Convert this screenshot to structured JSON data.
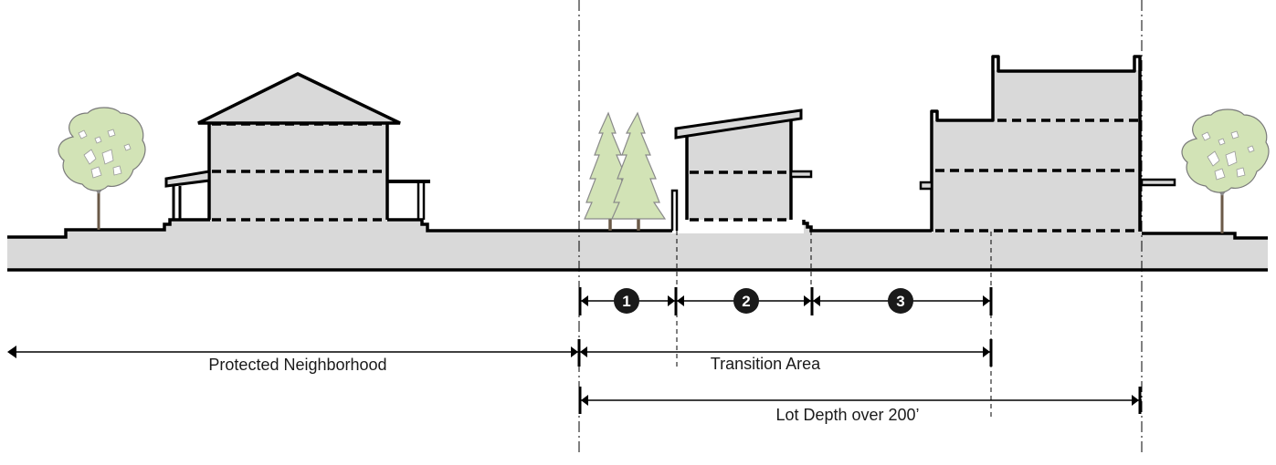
{
  "diagram": {
    "title": "",
    "type": "section-diagram",
    "colors": {
      "ground_fill": "#d9d9d9",
      "building_fill": "#d9d9d9",
      "outline": "#000000",
      "tree_canopy": "#d2e3b6",
      "tree_outline": "#7a7a7a",
      "tree_trunk": "#6b5a48",
      "marker_fill": "#1a1a1a",
      "marker_text": "#ffffff"
    },
    "buildings": [
      {
        "name": "gable-roof-house",
        "stories": 2,
        "roof": "gable",
        "zone": "protected-neighborhood"
      },
      {
        "name": "shed-roof-building",
        "stories": 2,
        "roof": "shed",
        "zone": "transition-area"
      },
      {
        "name": "stepped-multistory-building",
        "stories": 3,
        "roof": "flat-parapet",
        "zone": "lot"
      }
    ],
    "trees": [
      {
        "name": "deciduous-tree-left",
        "kind": "deciduous"
      },
      {
        "name": "evergreen-trees-buffer",
        "kind": "evergreen-pair"
      },
      {
        "name": "deciduous-tree-right",
        "kind": "deciduous"
      }
    ],
    "markers": [
      {
        "id": "1",
        "label": "1"
      },
      {
        "id": "2",
        "label": "2"
      },
      {
        "id": "3",
        "label": "3"
      }
    ],
    "dimensions": {
      "protected_neighborhood": "Protected Neighborhood",
      "transition_area": "Transition Area",
      "lot_depth": "Lot Depth over 200’"
    }
  }
}
